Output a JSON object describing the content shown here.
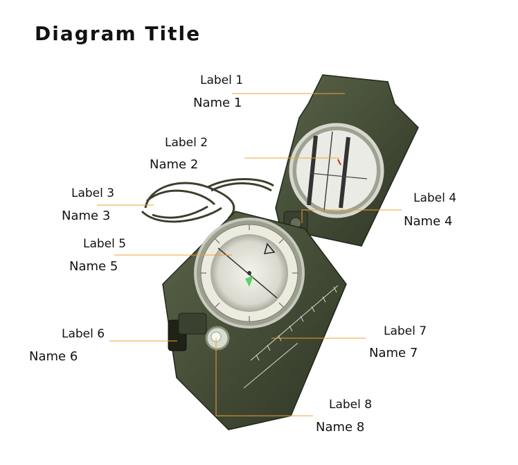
{
  "title": "Diagram Title",
  "accent_color": "#f0a030",
  "labels": [
    {
      "cn": "Label 1",
      "en": "Name 1"
    },
    {
      "cn": "Label 2",
      "en": "Name 2"
    },
    {
      "cn": "Label 3",
      "en": "Name 3"
    },
    {
      "cn": "Label 4",
      "en": "Name 4"
    },
    {
      "cn": "Label 5",
      "en": "Name 5"
    },
    {
      "cn": "Label 6",
      "en": "Name 6"
    },
    {
      "cn": "Label 7",
      "en": "Name 7"
    },
    {
      "cn": "Label 8",
      "en": "Name 8"
    }
  ]
}
